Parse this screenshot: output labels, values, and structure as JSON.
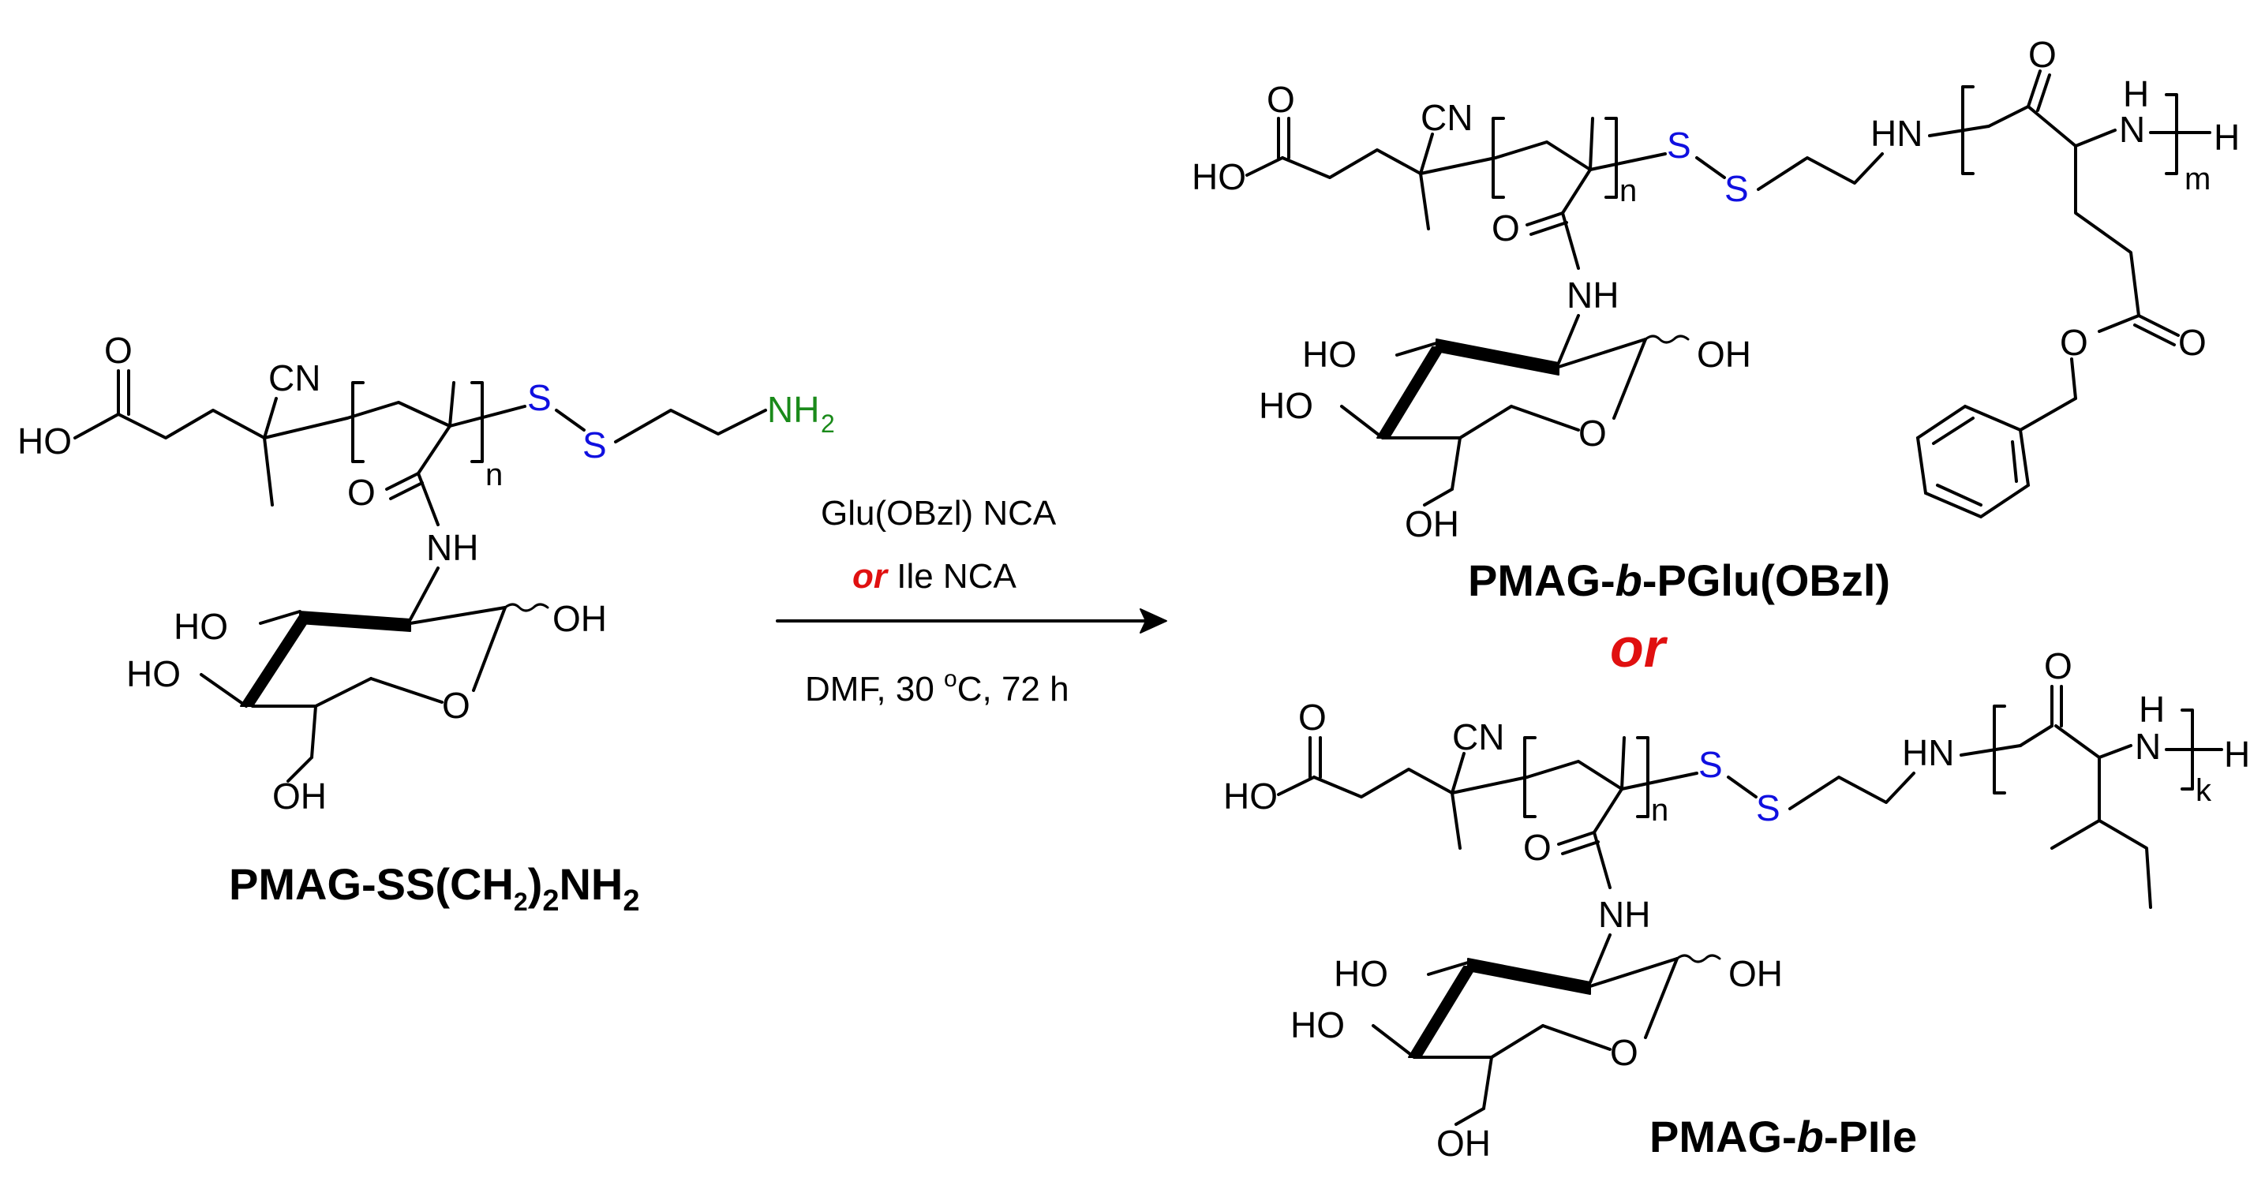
{
  "reactant": {
    "label_main": "PMAG-SS(CH",
    "label_sub1": "2",
    "label_mid": ")",
    "label_sub2": "2",
    "label_nh": "NH",
    "label_sub3": "2",
    "atoms": {
      "ho_acid": "HO",
      "o_carbonyl": "O",
      "cn": "CN",
      "n_rep": "n",
      "s1": "S",
      "s2": "S",
      "nh2": "NH",
      "nh2_sub": "2",
      "amide_o": "O",
      "amide_nh": "NH",
      "ho1": "HO",
      "ho2": "HO",
      "oh_anomeric": "OH",
      "ring_o": "O",
      "oh_ch2": "OH"
    }
  },
  "conditions": {
    "reagent1": "Glu(OBzl) NCA",
    "or": "or",
    "reagent2": " Ile NCA",
    "solvent_pre": "DMF, 30 ",
    "degree": "o",
    "solvent_post": "C, 72 h"
  },
  "product1": {
    "label_pre": "PMAG-",
    "label_b": "b",
    "label_post": "-PGlu(OBzl)",
    "atoms": {
      "o_carbonyl": "O",
      "ho_acid": "HO",
      "cn": "CN",
      "n_rep": "n",
      "s1": "S",
      "s2": "S",
      "hn": "HN",
      "o_pep": "O",
      "h_top": "H",
      "n_pep": "N",
      "h_end": "H",
      "m_rep": "m",
      "amide_o": "O",
      "amide_nh": "NH",
      "ho1": "HO",
      "ho2": "HO",
      "oh_anomeric": "OH",
      "ring_o": "O",
      "oh_ch2": "OH",
      "ester_o": "O",
      "ester_o2": "O"
    }
  },
  "or_big": "or",
  "product2": {
    "label_pre": "PMAG-",
    "label_b": "b",
    "label_post": "-PIle",
    "atoms": {
      "o_carbonyl": "O",
      "ho_acid": "HO",
      "cn": "CN",
      "n_rep": "n",
      "s1": "S",
      "s2": "S",
      "hn": "HN",
      "o_pep": "O",
      "h_top": "H",
      "n_pep": "N",
      "h_end": "H",
      "k_rep": "k",
      "amide_o": "O",
      "amide_nh": "NH",
      "ho1": "HO",
      "ho2": "HO",
      "oh_anomeric": "OH",
      "ring_o": "O",
      "oh_ch2": "OH"
    }
  }
}
